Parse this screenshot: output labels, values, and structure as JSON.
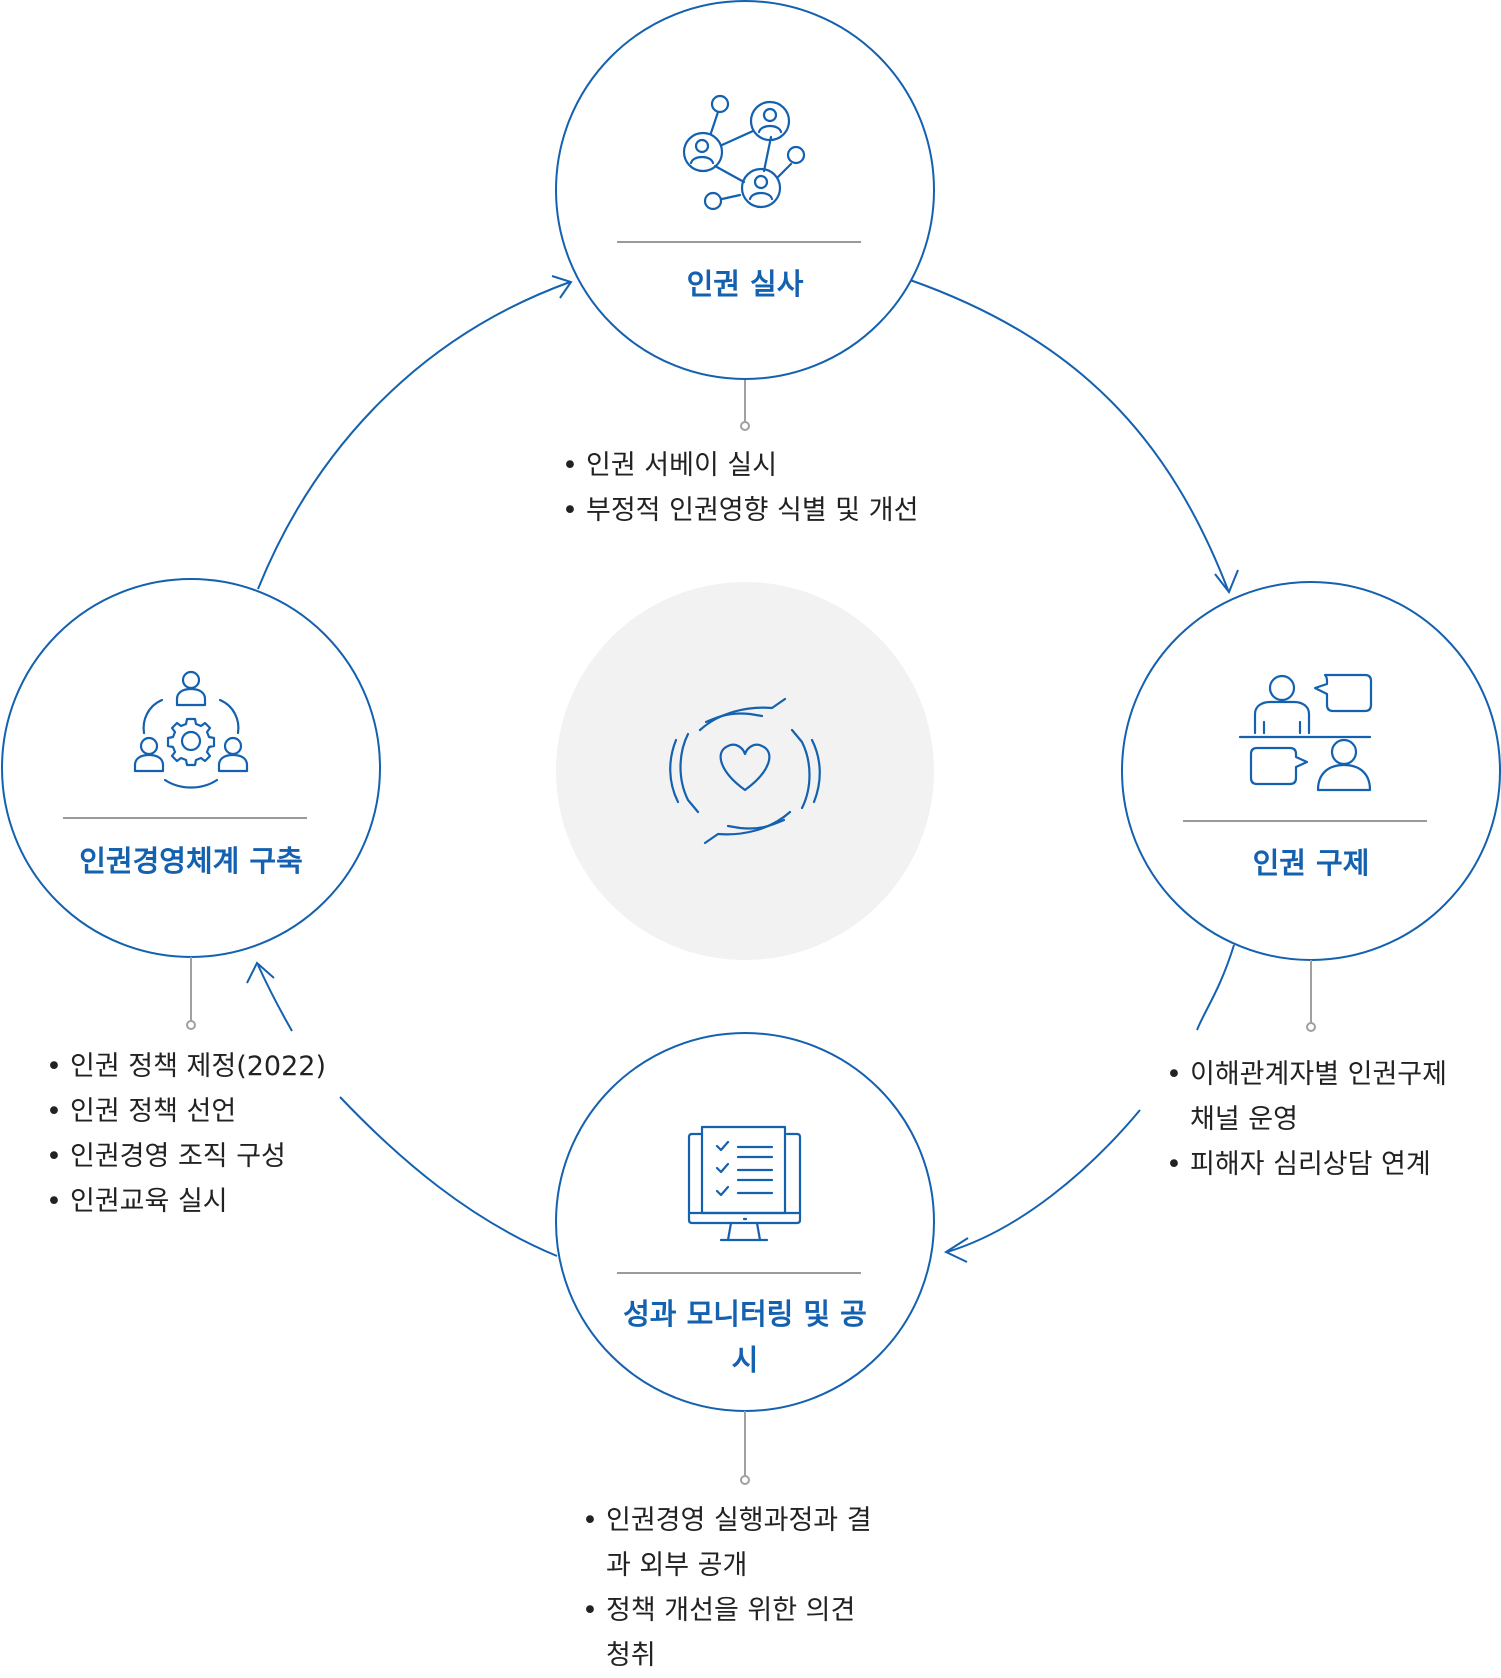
{
  "colors": {
    "accent": "#1461b0",
    "connector": "#a0a0a0",
    "center_fill": "#f2f2f2",
    "text": "#222222"
  },
  "center": {
    "icon": "hands-heart-icon"
  },
  "nodes": [
    {
      "id": "audit",
      "icon": "people-network-icon",
      "title": "인권 실사",
      "bullets": [
        "인권 서베이 실시",
        "부정적 인권영향 식별 및 개선"
      ]
    },
    {
      "id": "remedy",
      "icon": "conversation-icon",
      "title": "인권 구제",
      "bullets": [
        "이해관계자별 인권구제 채널 운영",
        "피해자 심리상담 연계"
      ]
    },
    {
      "id": "monitoring",
      "icon": "checklist-monitor-icon",
      "title": "성과 모니터링 및 공시",
      "bullets": [
        "인권경영 실행과정과 결과 외부 공개",
        "정책 개선을 위한 의견 청취"
      ]
    },
    {
      "id": "system",
      "icon": "team-gear-icon",
      "title": "인권경영체계 구축",
      "bullets": [
        "인권 정책 제정(2022)",
        "인권 정책 선언",
        "인권경영 조직 구성",
        "인권교육 실시"
      ]
    }
  ]
}
